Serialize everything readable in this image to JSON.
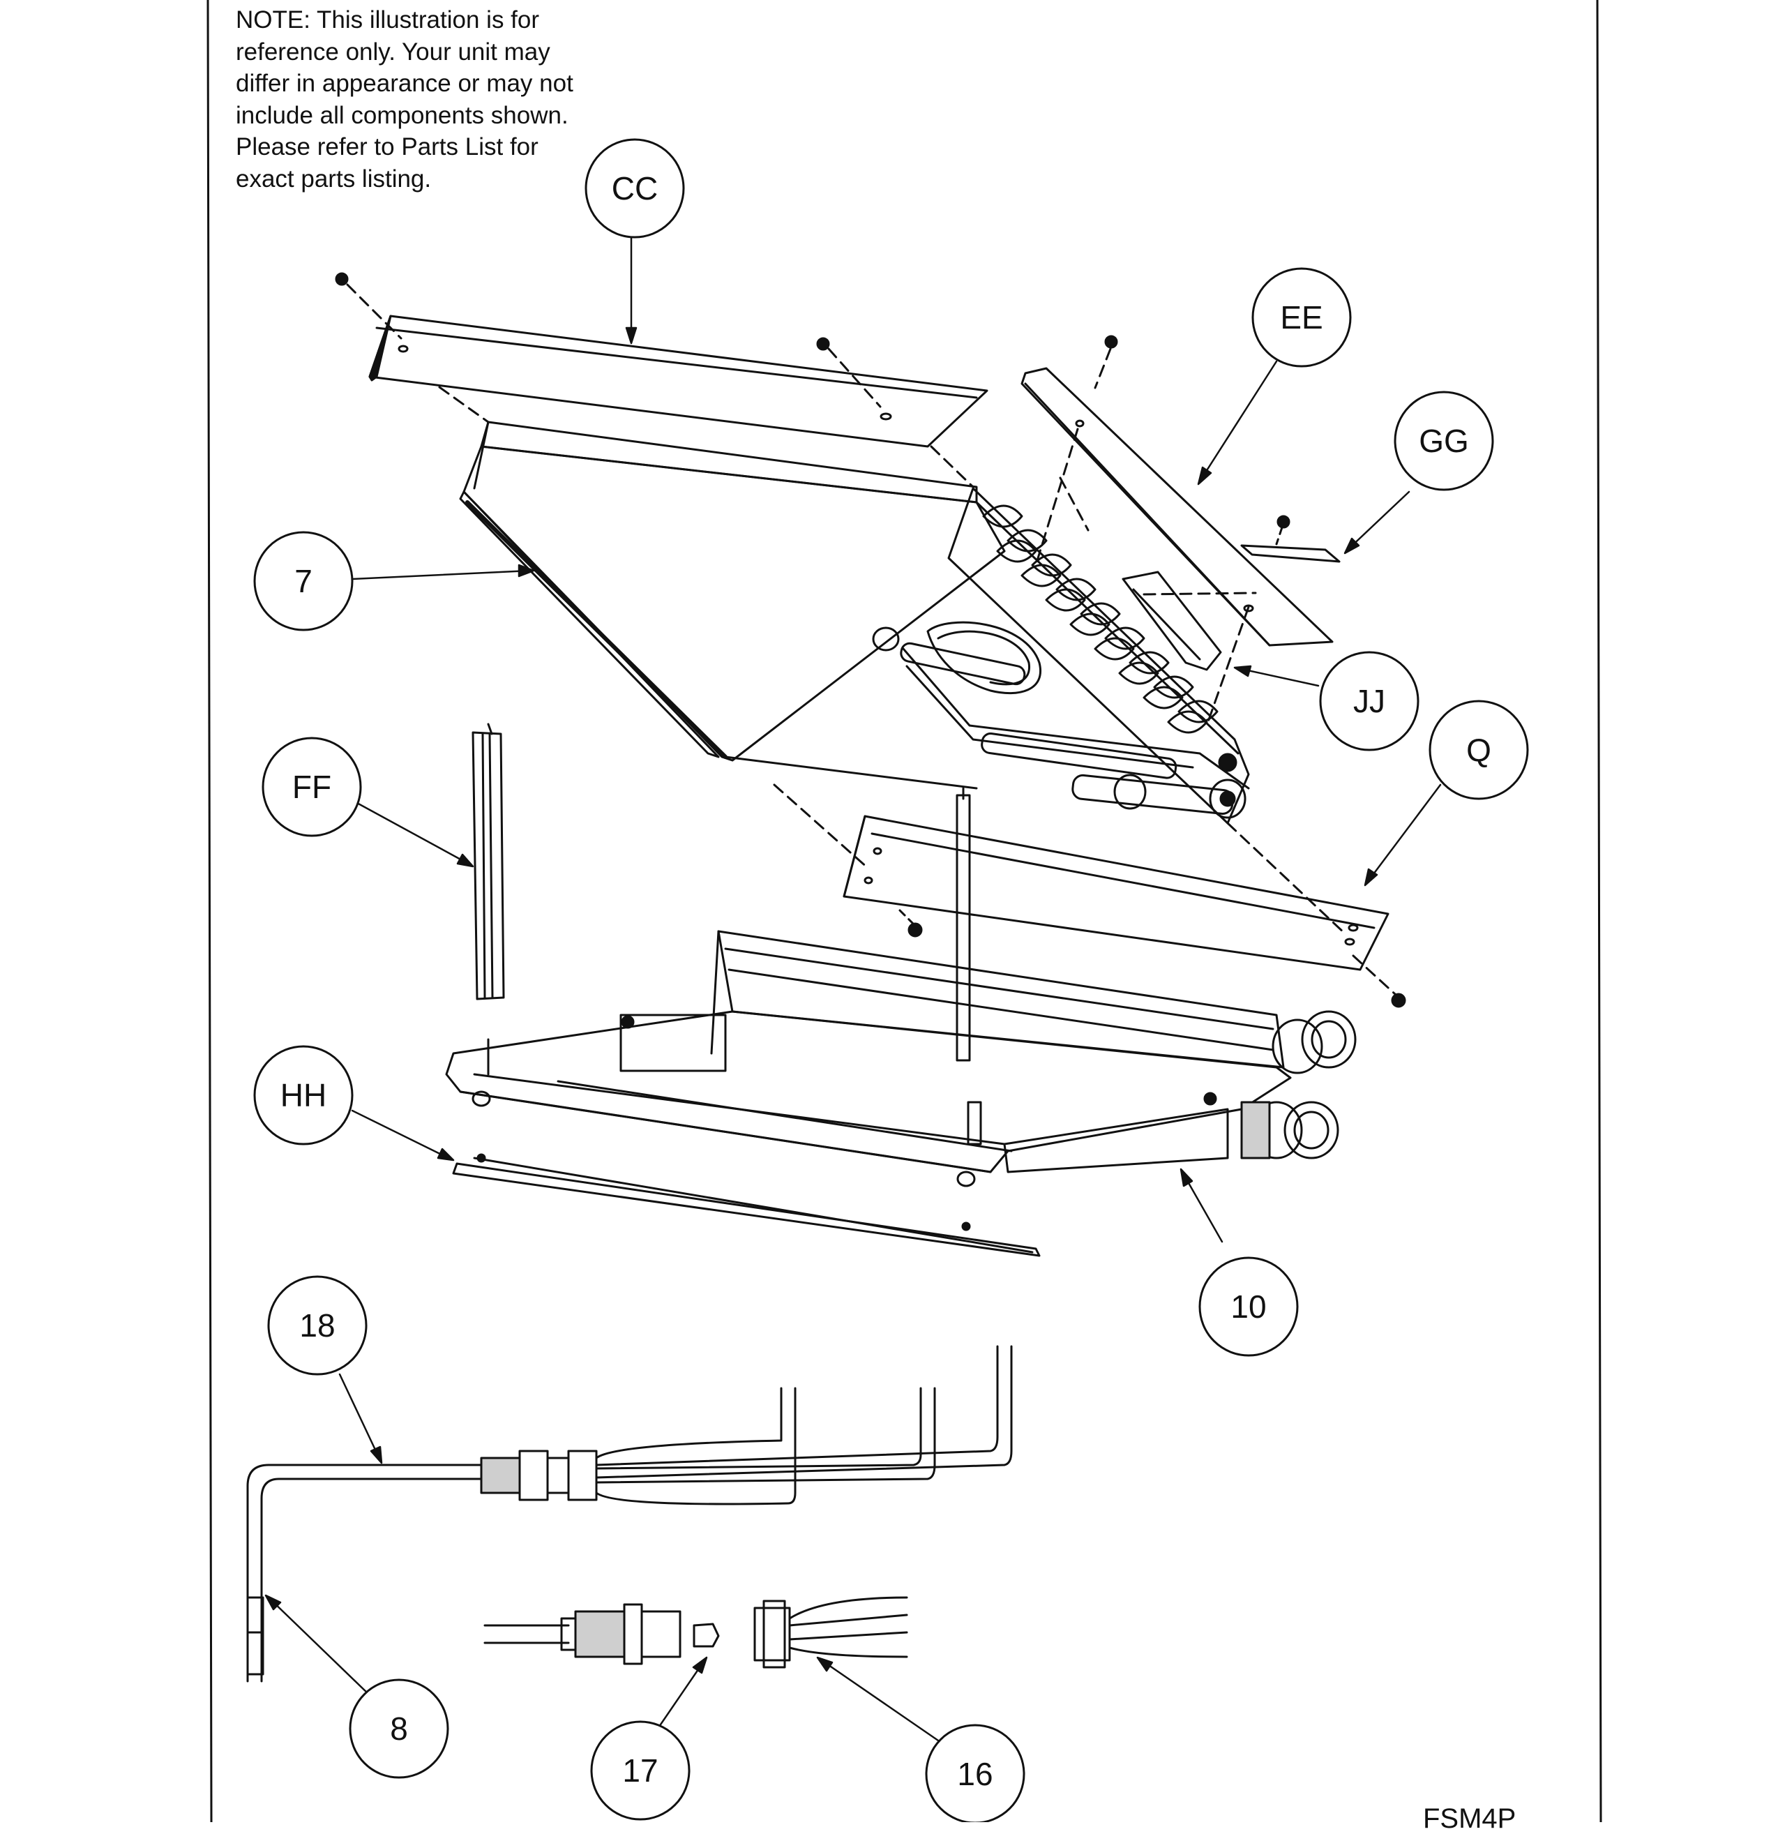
{
  "note": {
    "lines": [
      "NOTE: This illustration is for",
      "reference only.  Your unit may",
      "differ in appearance or may not",
      "include all components shown.",
      "Please refer to Parts List for",
      "exact parts listing."
    ]
  },
  "drawing_code": "FSM4P",
  "callouts": {
    "cc": "CC",
    "ee": "EE",
    "gg": "GG",
    "p7": "7",
    "jj": "JJ",
    "ff": "FF",
    "q": "Q",
    "hh": "HH",
    "p10": "10",
    "p18": "18",
    "p8": "8",
    "p17": "17",
    "p16": "16"
  },
  "colors": {
    "line": "#111111",
    "background": "#ffffff",
    "shade": "#cfcfcf"
  }
}
